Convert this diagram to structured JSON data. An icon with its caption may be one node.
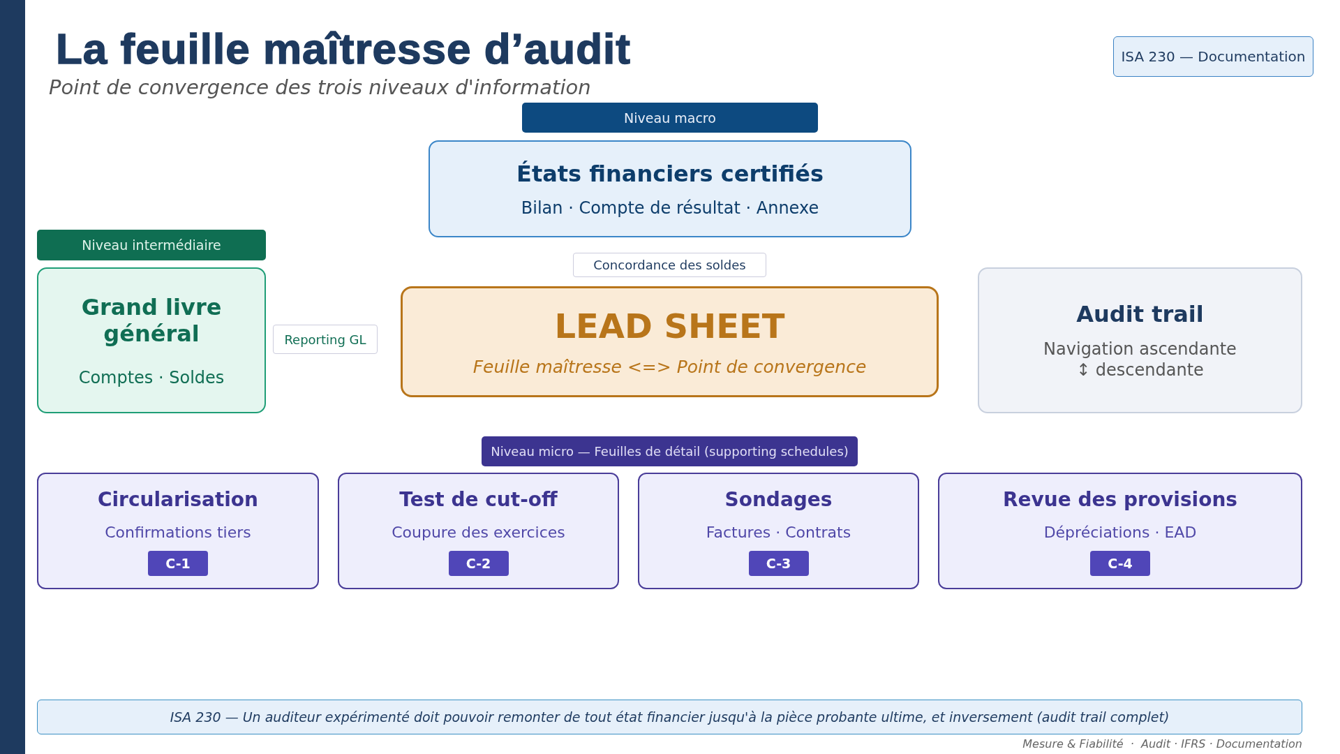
{
  "diagram": {
    "title": "La feuille maîtresse d’audit",
    "nodes": [
      {
        "text": [
          "ISA 230 — Documentation"
        ]
      },
      {
        "text": [
          "Niveau macro"
        ]
      },
      {
        "text": [
          "États financiers certifiés",
          "Bilan · Compte de résultat · Annexe"
        ]
      },
      {
        "text": [
          "Niveau intermédiaire"
        ]
      },
      {
        "text": [
          "Grand livre général",
          "Comptes · Soldes"
        ]
      },
      {
        "text": [
          "Reporting GL"
        ]
      },
      {
        "text": [
          "Concordance des soldes"
        ]
      },
      {
        "text": [
          "LEAD SHEET",
          "Feuille maîtresse <=> Point de convergence"
        ]
      },
      {
        "text": [
          "Audit trail",
          "Navigation ascendante ↕ descendante"
        ]
      },
      {
        "text": [
          "Niveau micro — Feuilles de détail (supporting schedules)"
        ]
      },
      {
        "text": [
          "Circularisation",
          "Confirmations tiers"
        ]
      },
      {
        "text": [
          "C-1"
        ],
        "in": 10
      },
      {
        "text": [
          "Test de cut-off",
          "Coupure des exercices"
        ]
      },
      {
        "text": [
          "C-2"
        ],
        "in": 12
      },
      {
        "text": [
          "Sondages",
          "Factures · Contrats"
        ]
      },
      {
        "text": [
          "C-3"
        ],
        "in": 14
      },
      {
        "text": [
          "Revue des provisions",
          "Dépréciations · EAD"
        ]
      },
      {
        "text": [
          "C-4"
        ],
        "in": 16
      },
      {
        "text": [
          "ISA 230 — Un auditeur expérimenté doit pouvoir remonter de tout état financier jusqu'à la pièce probante ultime, et inversement (audit trail complet)"
        ]
      },
      {
        "text": [],
        "shape": "bar"
      }
    ],
    "labels": [
      "Point de convergence des trois niveaux d'information",
      "Mesure & Fiabilité  ·  Audit · IFRS · Documentation"
    ]
  }
}
